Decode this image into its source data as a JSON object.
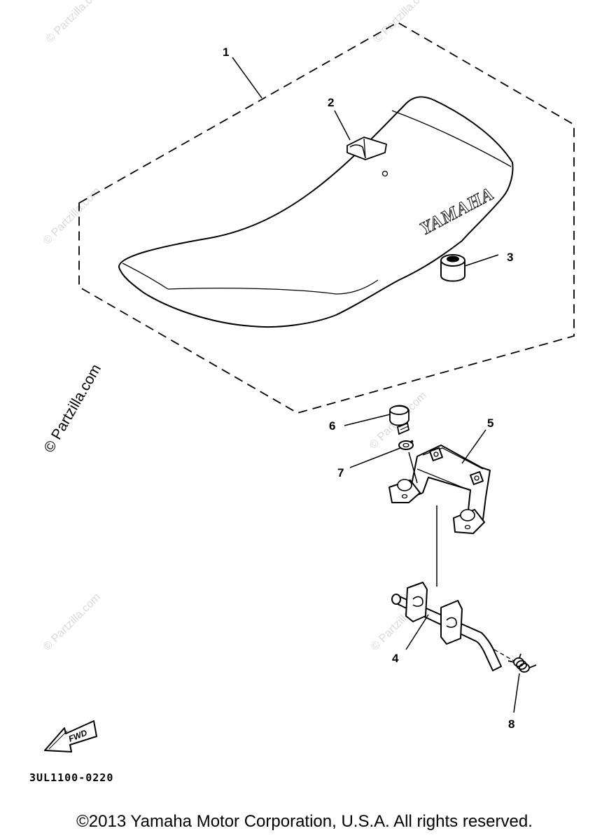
{
  "watermarks": {
    "main": "© Partzilla.com",
    "faint": "© Partzilla.com"
  },
  "seat": {
    "brand_lettering": "YAMAHA"
  },
  "callouts": {
    "c1": "1",
    "c2": "2",
    "c3": "3",
    "c4": "4",
    "c5": "5",
    "c6": "6",
    "c7": "7",
    "c8": "8"
  },
  "fwd": {
    "label": "FWD"
  },
  "part_code": "3UL1100-0220",
  "copyright": "©2013 Yamaha Motor Corporation, U.S.A. All rights reserved."
}
